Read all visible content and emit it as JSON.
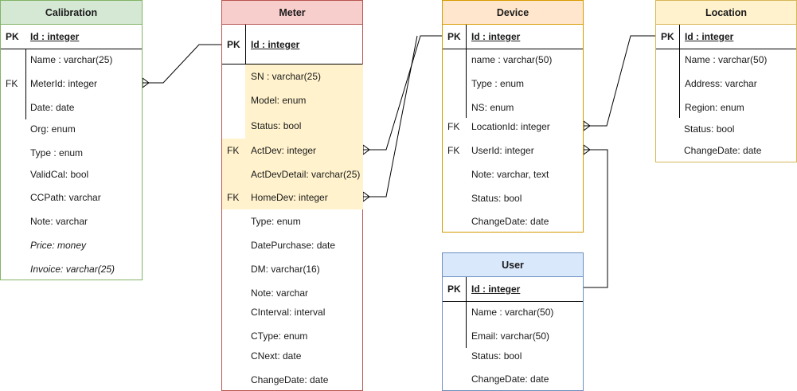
{
  "colors": {
    "calibration_border": "#82b366",
    "calibration_fill": "#d5e8d4",
    "meter_border": "#b85450",
    "meter_fill": "#f8cecc",
    "device_border": "#d79b00",
    "device_fill": "#ffe6cc",
    "location_border": "#d6b656",
    "location_fill": "#fff2cc",
    "user_border": "#6c8ebf",
    "user_fill": "#dae8fc",
    "highlight_fill": "#fff2cc"
  },
  "calibration": {
    "title": "Calibration",
    "pk_label": "PK",
    "pk_field": "Id : integer",
    "fk_label": "FK",
    "fields": [
      "Name : varchar(25)",
      "MeterId: integer",
      "Date: date",
      "Org: enum",
      "Type : enum",
      "ValidCal: bool",
      "CCPath: varchar",
      "Note: varchar",
      "Price: money",
      "Invoice: varchar(25)"
    ]
  },
  "meter": {
    "title": "Meter",
    "pk_label": "PK",
    "pk_field": "Id : integer",
    "fk_label_1": "FK",
    "fk_label_2": "FK",
    "fields": [
      "SN : varchar(25)",
      "Model: enum",
      "Status: bool",
      "ActDev: integer",
      "ActDevDetail: varchar(25)",
      "HomeDev: integer",
      "Type: enum",
      "DatePurchase: date",
      "DM: varchar(16)",
      "Note: varchar",
      "CInterval: interval",
      "CType: enum",
      "CNext: date",
      "ChangeDate: date"
    ]
  },
  "device": {
    "title": "Device",
    "pk_label": "PK",
    "pk_field": "Id : integer",
    "fk_label_1": "FK",
    "fk_label_2": "FK",
    "fields": [
      "name : varchar(50)",
      "Type : enum",
      "NS: enum",
      "LocationId: integer",
      "UserId: integer",
      "Note: varchar, text",
      "Status: bool",
      "ChangeDate: date"
    ]
  },
  "location": {
    "title": "Location",
    "pk_label": "PK",
    "pk_field": "Id : integer",
    "fields": [
      "Name : varchar(50)",
      "Address: varchar",
      "Region: enum",
      "Status: bool",
      "ChangeDate: date"
    ]
  },
  "user": {
    "title": "User",
    "pk_label": "PK",
    "pk_field": "Id : integer",
    "fields": [
      "Name : varchar(50)",
      "Email: varchar(50)",
      "Status: bool",
      "ChangeDate: date"
    ]
  }
}
